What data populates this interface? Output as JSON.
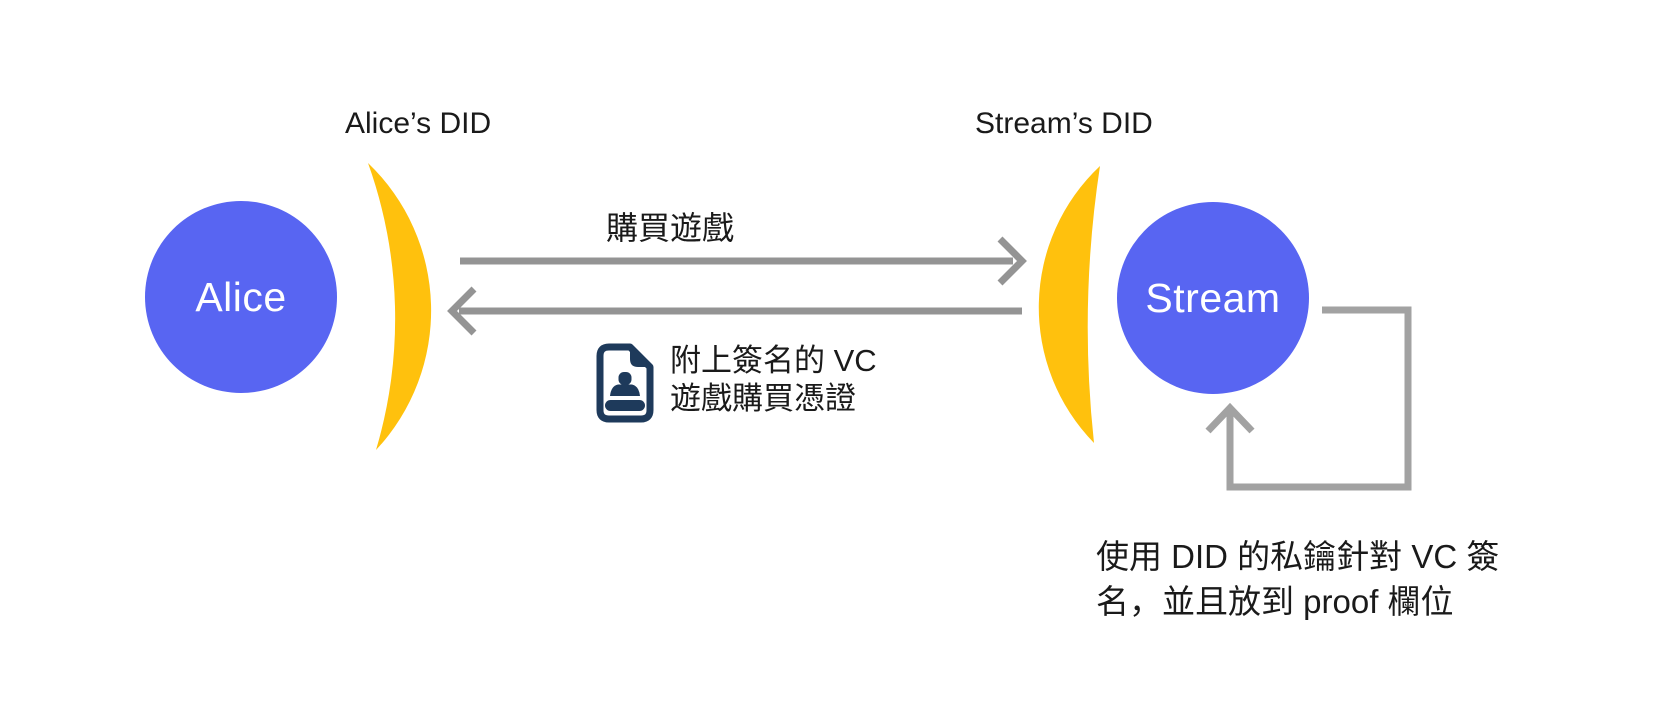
{
  "canvas": {
    "type": "flow-diagram",
    "topic": "Verifiable Credential issuance between Alice and Stream",
    "background": "#ffffff",
    "corner_radius": 30
  },
  "colors": {
    "entity_blue": "#5865F2",
    "did_yellow": "#FFC10D",
    "arrow_gray": "#949494",
    "loop_gray": "#A2A2A2",
    "icon_navy": "#1E3A5B",
    "text_dark": "#1A1A1A",
    "circle_text": "#FFFFFF"
  },
  "entities": {
    "alice": {
      "name": "Alice",
      "did_label": "Alice’s DID"
    },
    "stream": {
      "name": "Stream",
      "did_label": "Stream’s DID"
    }
  },
  "arrows": {
    "buy": {
      "label": "購買遊戲",
      "from": "Alice",
      "to": "Stream",
      "direction": "right"
    },
    "vc": {
      "line1": "附上簽名的 VC",
      "line2": "遊戲購買憑證",
      "from": "Stream",
      "to": "Alice",
      "direction": "left",
      "icon": "stamped-document-icon"
    },
    "self_sign": {
      "on": "Stream",
      "shape": "self-loop",
      "note_line1": "使用 DID 的私鑰針對 VC 簽",
      "note_line2": "名，並且放到 proof 欄位"
    }
  }
}
